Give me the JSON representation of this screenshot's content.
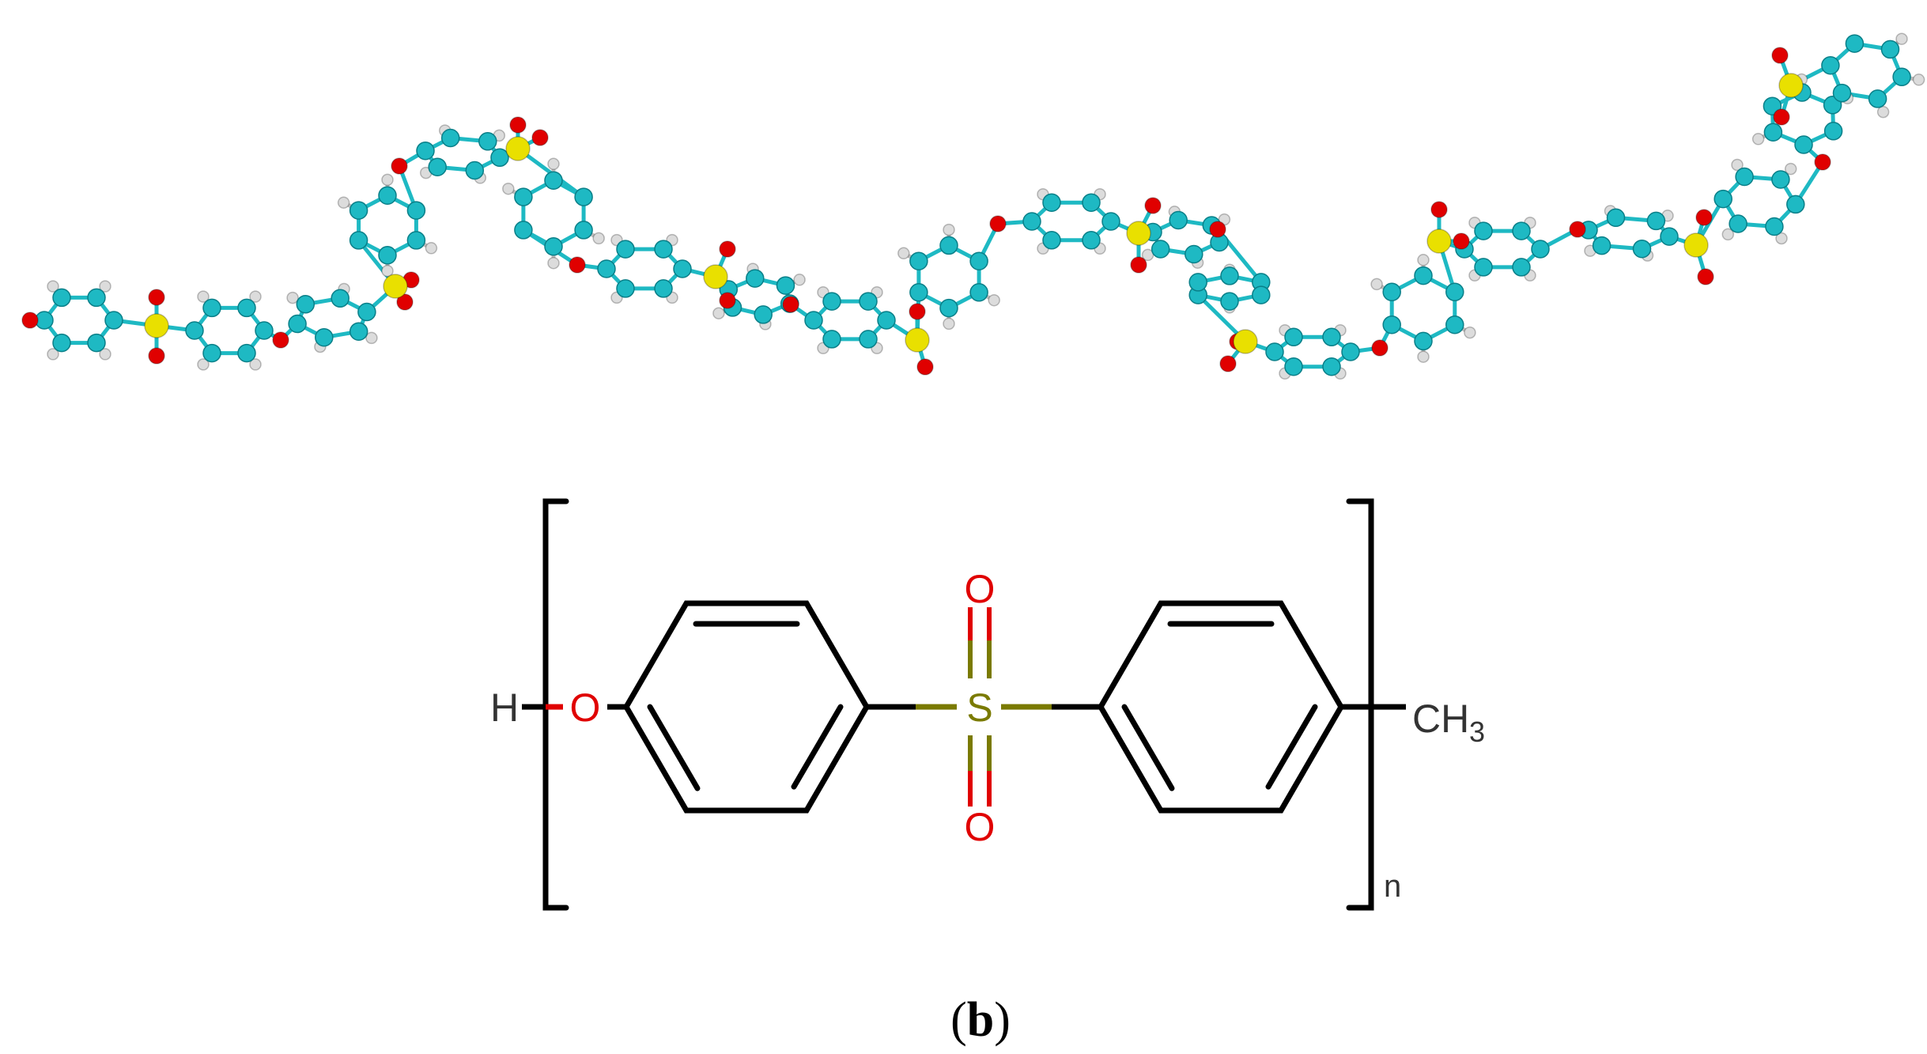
{
  "colors": {
    "carbon": "#1eb9c3",
    "carbon_dark": "#0a7f88",
    "oxygen": "#e00000",
    "sulfur": "#e9e000",
    "hydrogen": "#dcdcdc",
    "stick_carbon": "#1eb9c3",
    "bond_black": "#000000",
    "so_bond": "#7a7a00"
  },
  "molecule_model": {
    "label": "3D ball-and-stick model of polysulfone chain"
  },
  "structure": {
    "h_label": "H",
    "o_ether_label": "O",
    "s_label": "S",
    "o_top_label": "O",
    "o_bottom_label": "O",
    "ch_label": "CH",
    "ch_sub": "3",
    "repeat_label": "n"
  },
  "caption": {
    "open": "(",
    "letter": "b",
    "close": ")"
  }
}
